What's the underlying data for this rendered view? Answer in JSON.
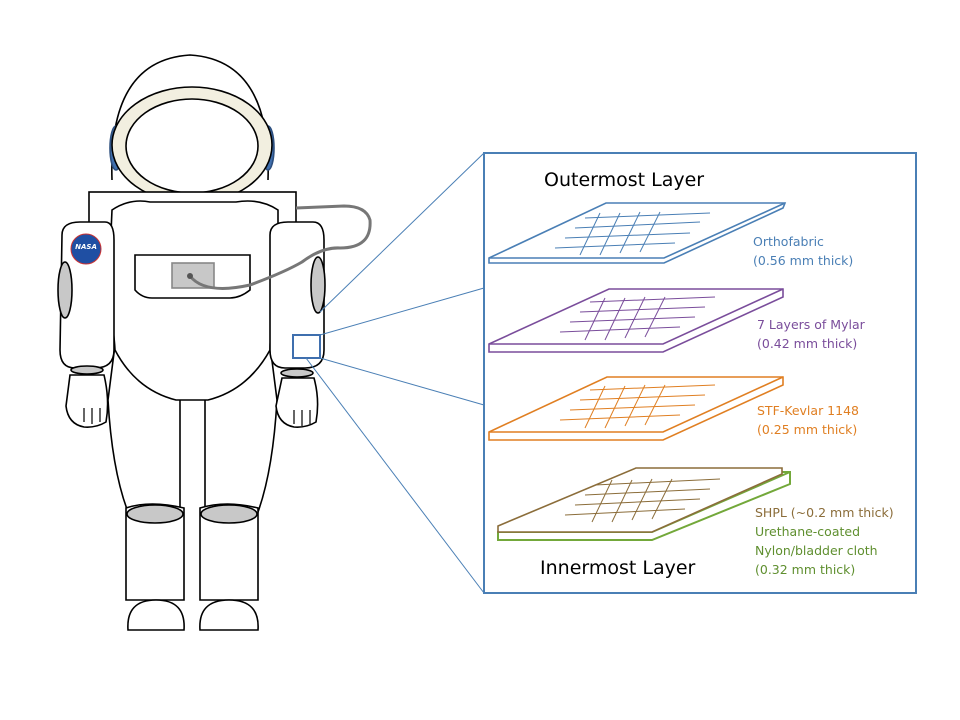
{
  "diagram": {
    "header_top": "Outermost Layer",
    "header_bottom": "Innermost Layer",
    "badge_text": "NASA",
    "layers": [
      {
        "line1": "Orthofabric",
        "line2": "(0.56 mm thick)",
        "color": "#4a7fb5"
      },
      {
        "line1": "7 Layers of Mylar",
        "line2": "(0.42 mm thick)",
        "color": "#7a4d9b"
      },
      {
        "line1": "STF-Kevlar 1148",
        "line2": "(0.25 mm thick)",
        "color": "#e07f22"
      },
      {
        "line1": "SHPL  (~0.2 mm  thick)",
        "line2": "Urethane-coated",
        "line3": "Nylon/bladder  cloth",
        "line4": "(0.32 mm thick)",
        "color": "#8b6d3a",
        "color2": "#73a83a"
      }
    ],
    "colors": {
      "frame": "#4a7fb5",
      "suit_outline": "#000000",
      "gray": "#c8c8c8",
      "cable": "#777777"
    }
  }
}
